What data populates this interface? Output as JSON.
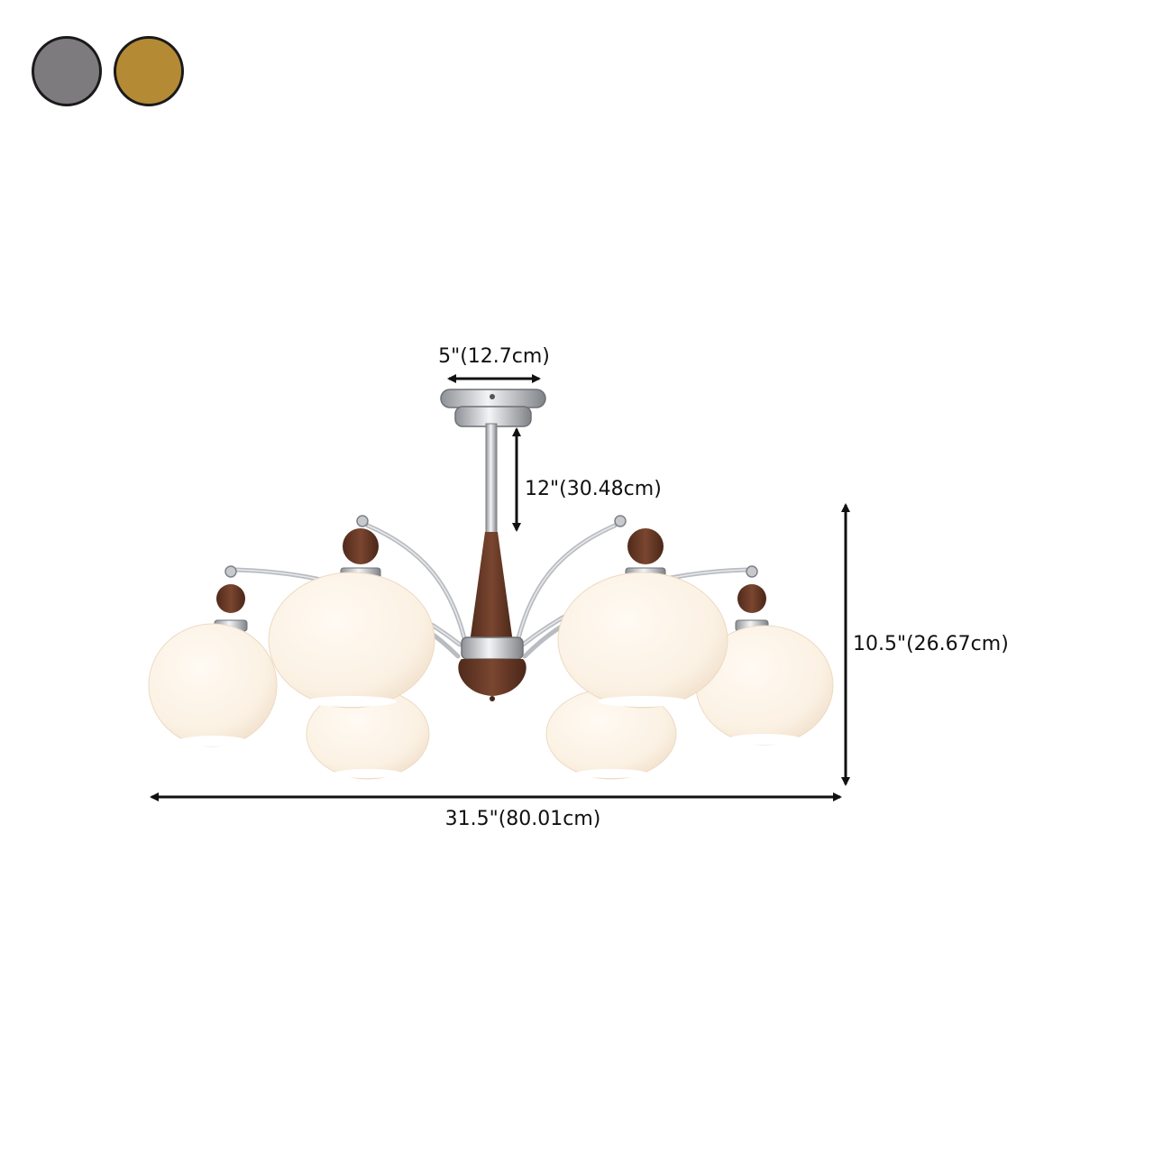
{
  "colors": {
    "swatch_grey": "#7d7b7d",
    "swatch_gold": "#b48a34",
    "wood": "#6b3a26",
    "chrome": "#c7c9cc",
    "glass": "#fbf3e8"
  },
  "dimensions": {
    "canopy_width": "5\"(12.7cm)",
    "rod_length": "12\"(30.48cm)",
    "height": "10.5\"(26.67cm)",
    "width": "31.5\"(80.01cm)"
  }
}
